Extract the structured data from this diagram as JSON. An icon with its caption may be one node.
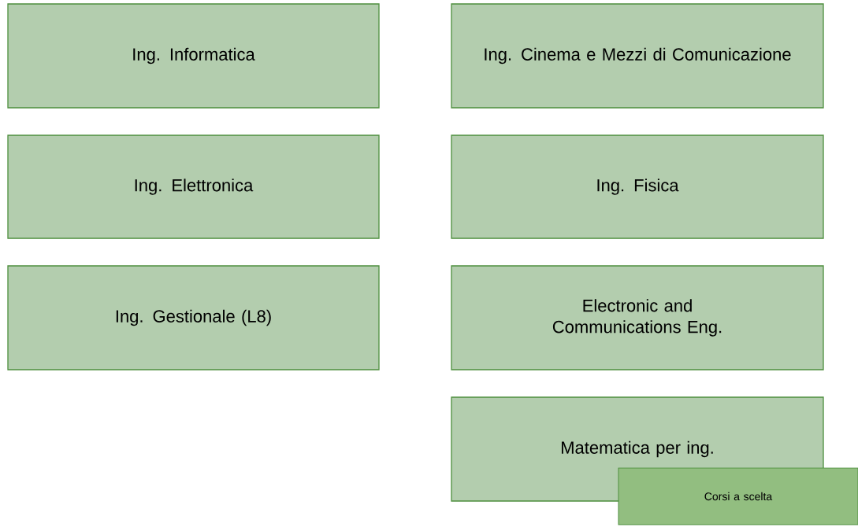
{
  "diagram": {
    "nodes": [
      {
        "text": [
          "Ing. Informatica"
        ]
      },
      {
        "text": [
          "Ing. Cinema e Mezzi di Comunicazione"
        ]
      },
      {
        "text": [
          "Ing. Elettronica"
        ]
      },
      {
        "text": [
          "Ing. Fisica"
        ]
      },
      {
        "text": [
          "Ing. Gestionale (L8)"
        ]
      },
      {
        "text": [
          "Electronic and Communications Eng."
        ]
      },
      {
        "text": [
          "Matematica per ing."
        ]
      },
      {
        "text": [
          "Corsi a scelta"
        ]
      }
    ]
  }
}
